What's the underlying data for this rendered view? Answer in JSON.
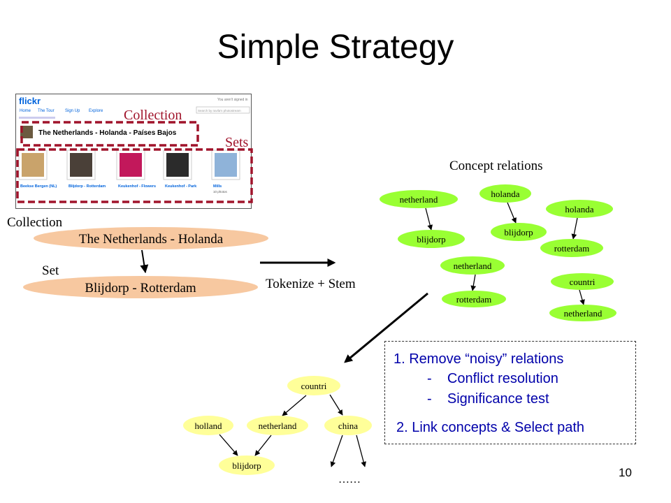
{
  "slide": {
    "title": "Simple Strategy",
    "page_number": "10"
  },
  "screenshot": {
    "logo": "flickr",
    "signin": "You aren't signed in",
    "nav": [
      "Home",
      "The Tour",
      "Sign Up",
      "Explore"
    ],
    "search_placeholder": "Search by ravila's photostream",
    "collection_title": "The Netherlands - Holanda - Países Bajos",
    "sets": [
      {
        "title": "Beekse Bergen (NL)"
      },
      {
        "title": "Blijdorp - Rotterdam"
      },
      {
        "title": "Keukenhof - Flowers"
      },
      {
        "title": "Keukenhof - Park"
      },
      {
        "title": "Mills",
        "count": "10 photos"
      }
    ],
    "overlay_labels": {
      "collection": "Collection",
      "sets": "Sets"
    }
  },
  "hierarchy": {
    "collection_label": "Collection",
    "collection_node": "The Netherlands - Holanda",
    "set_label": "Set",
    "set_node": "Blijdorp - Rotterdam"
  },
  "arrow_label": "Tokenize + Stem",
  "concept_relations": {
    "title": "Concept relations",
    "pairs": [
      {
        "from": "netherland",
        "to": "blijdorp"
      },
      {
        "from": "holanda",
        "to": "blijdorp"
      },
      {
        "from": "holanda",
        "to": "rotterdam"
      },
      {
        "from": "netherland",
        "to": "rotterdam"
      },
      {
        "from": "countri",
        "to": "netherland"
      }
    ]
  },
  "tree": {
    "root": "countri",
    "children": [
      "holland",
      "netherland",
      "china"
    ],
    "leaf": "blijdorp",
    "ellipsis": "……"
  },
  "steps": {
    "step1": "1.  Remove “noisy” relations",
    "step1_sub": [
      "Conflict resolution",
      "Significance test"
    ],
    "step2": "2.  Link concepts & Select path"
  },
  "colors": {
    "green_node": "#99ff33",
    "peach_node": "#f7c8a0",
    "yellow_node": "#ffff99",
    "dashed_box": "#a0142b",
    "step_text": "#0000aa"
  }
}
